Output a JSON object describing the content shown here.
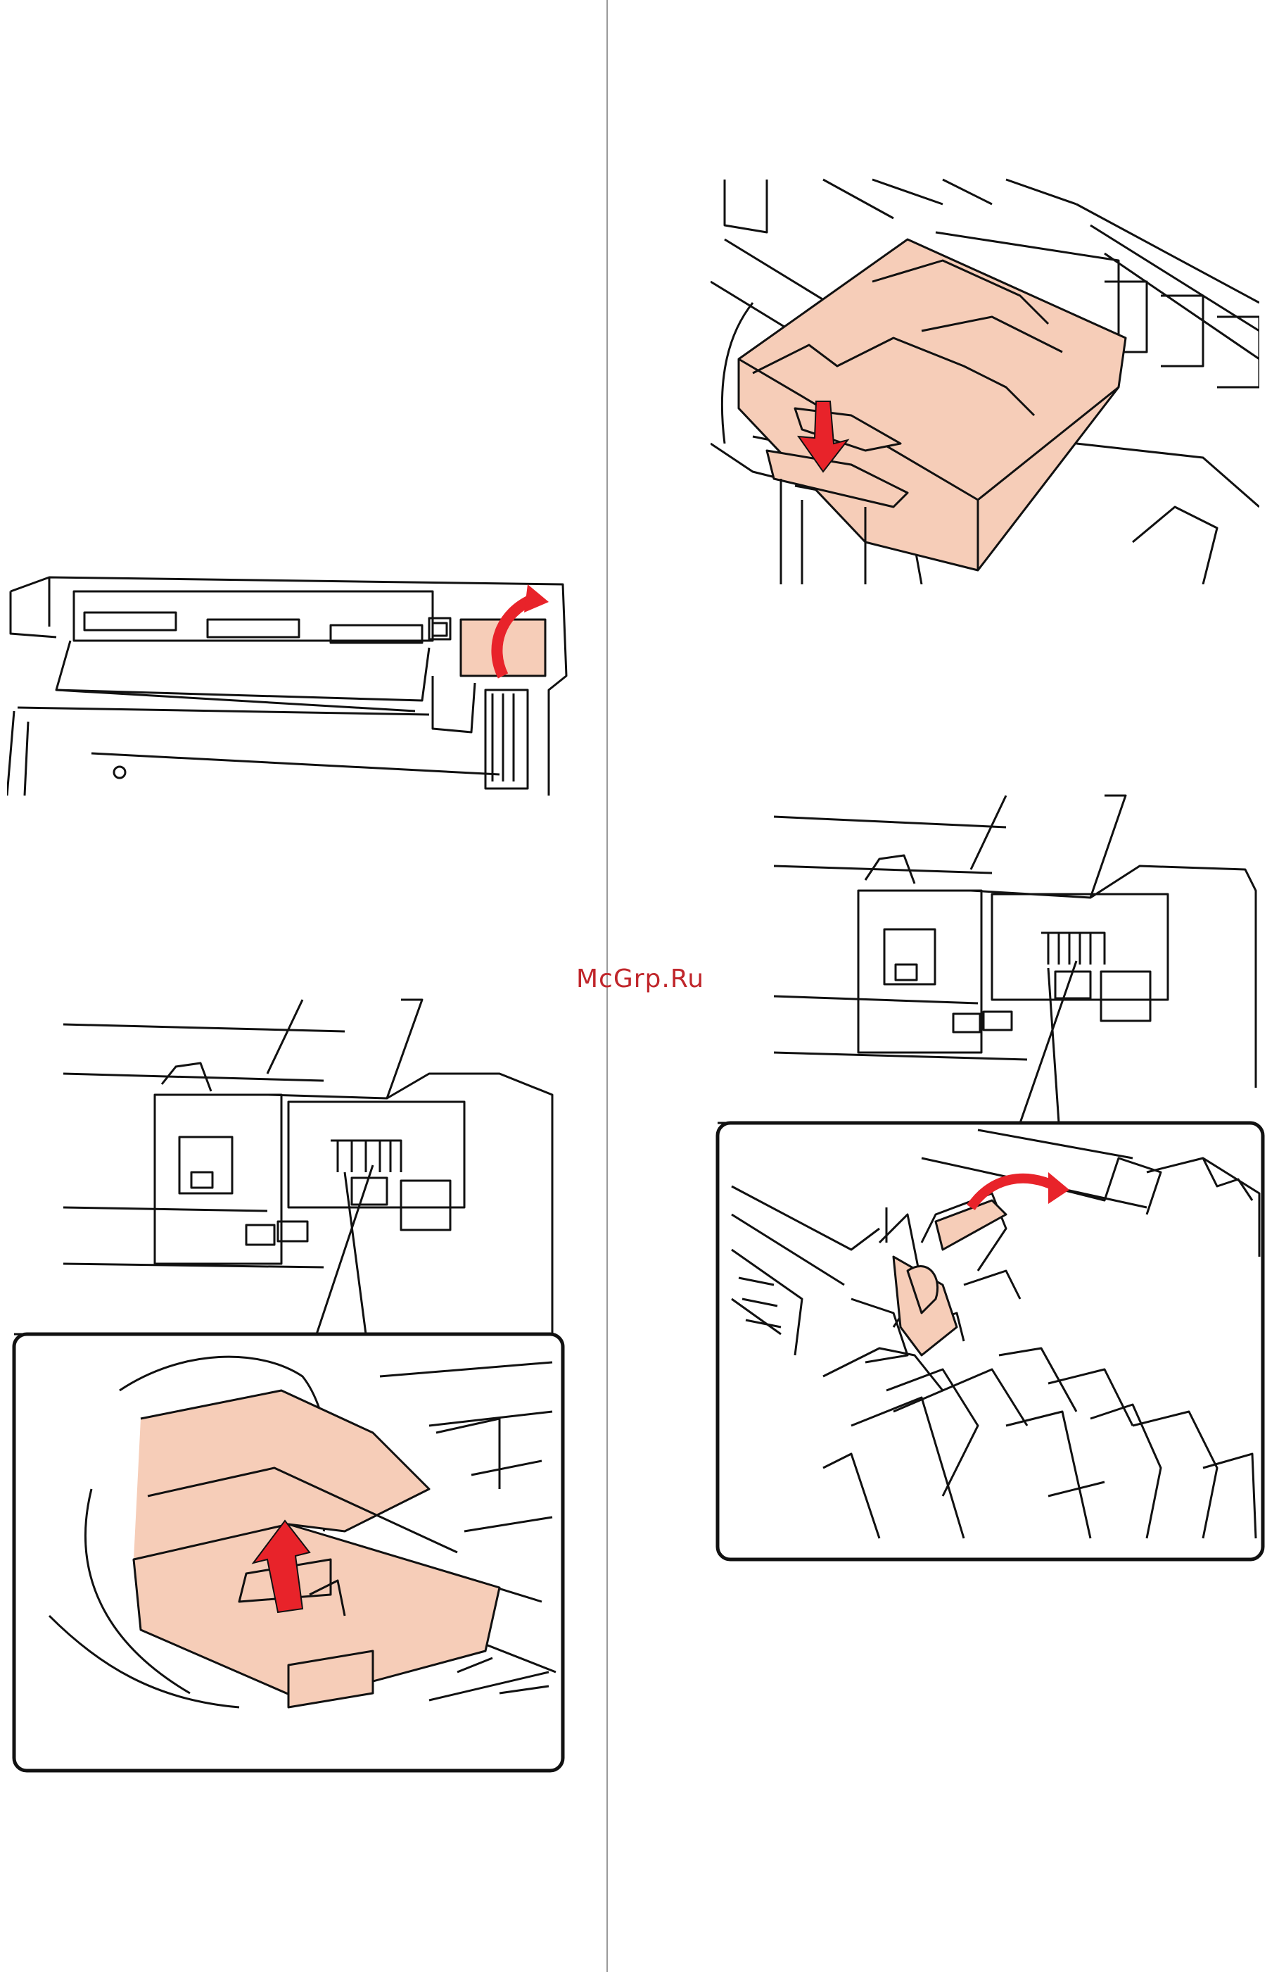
{
  "page": {
    "watermark": "McGrp.Ru",
    "colors": {
      "part_fill": "#f6cdb8",
      "arrow": "#e8232a",
      "line": "#111111",
      "divider": "#9a9a9a"
    }
  },
  "figures": [
    {
      "id": "printer-overview",
      "icon": "printer-cover-open-arrow"
    },
    {
      "id": "remove-wiper-unit",
      "icon": "hand-lift-cap-arrow"
    },
    {
      "id": "insert-flushing-pad",
      "icon": "down-arrow"
    },
    {
      "id": "rotate-wiper",
      "icon": "curved-arrow"
    }
  ]
}
